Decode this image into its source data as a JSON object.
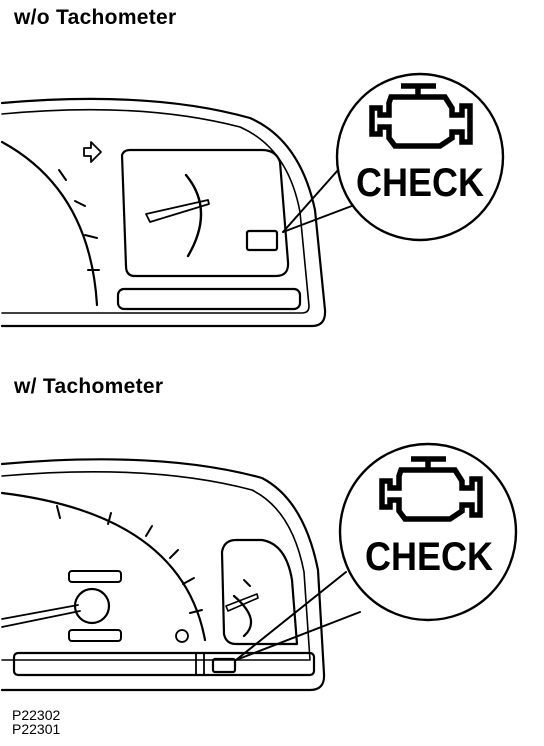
{
  "sections": [
    {
      "heading": "w/o Tachometer",
      "callout_label": "CHECK",
      "callout_icon": "engine-icon"
    },
    {
      "heading": "w/ Tachometer",
      "callout_label": "CHECK",
      "callout_icon": "engine-icon"
    }
  ],
  "figure_codes": [
    "P22302",
    "P22301"
  ]
}
